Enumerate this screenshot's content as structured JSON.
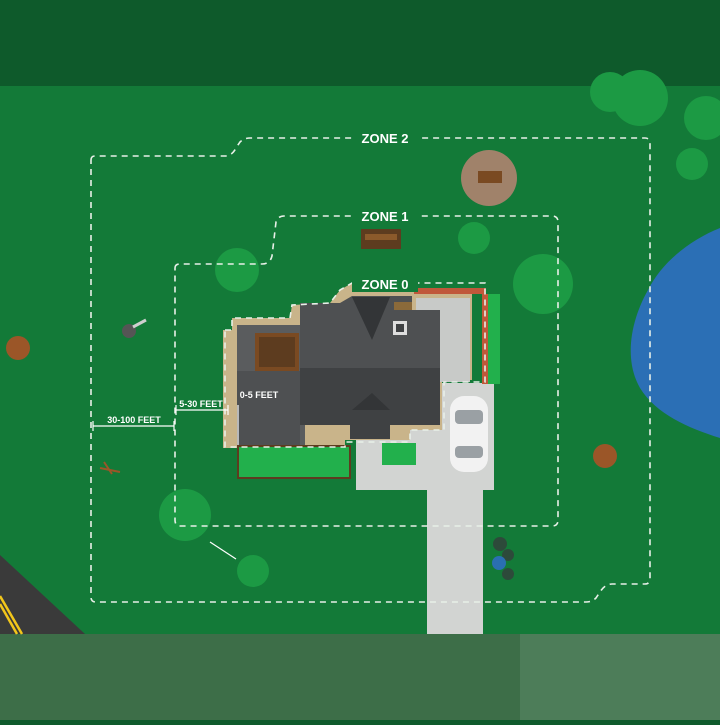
{
  "zones": {
    "zone2_label": "ZONE 2",
    "zone1_label": "ZONE 1",
    "zone0_label": "ZONE 0"
  },
  "distances": {
    "outer": "30-100 FEET",
    "middle": "5-30 FEET",
    "inner": "0-5 FEET"
  },
  "colors": {
    "lawn": "#137a38",
    "dark_lawn": "#0e5e2c",
    "tree": "#1c9a44",
    "tree_dark": "#168a3c",
    "water": "#2b6fb5",
    "roof": "#4e5052",
    "roof_dark": "#3f4143",
    "driveway": "#d2d4d2",
    "zone_line": "#e8f0e8",
    "stump": "#9b5628",
    "gravel": "#c9b48a"
  }
}
